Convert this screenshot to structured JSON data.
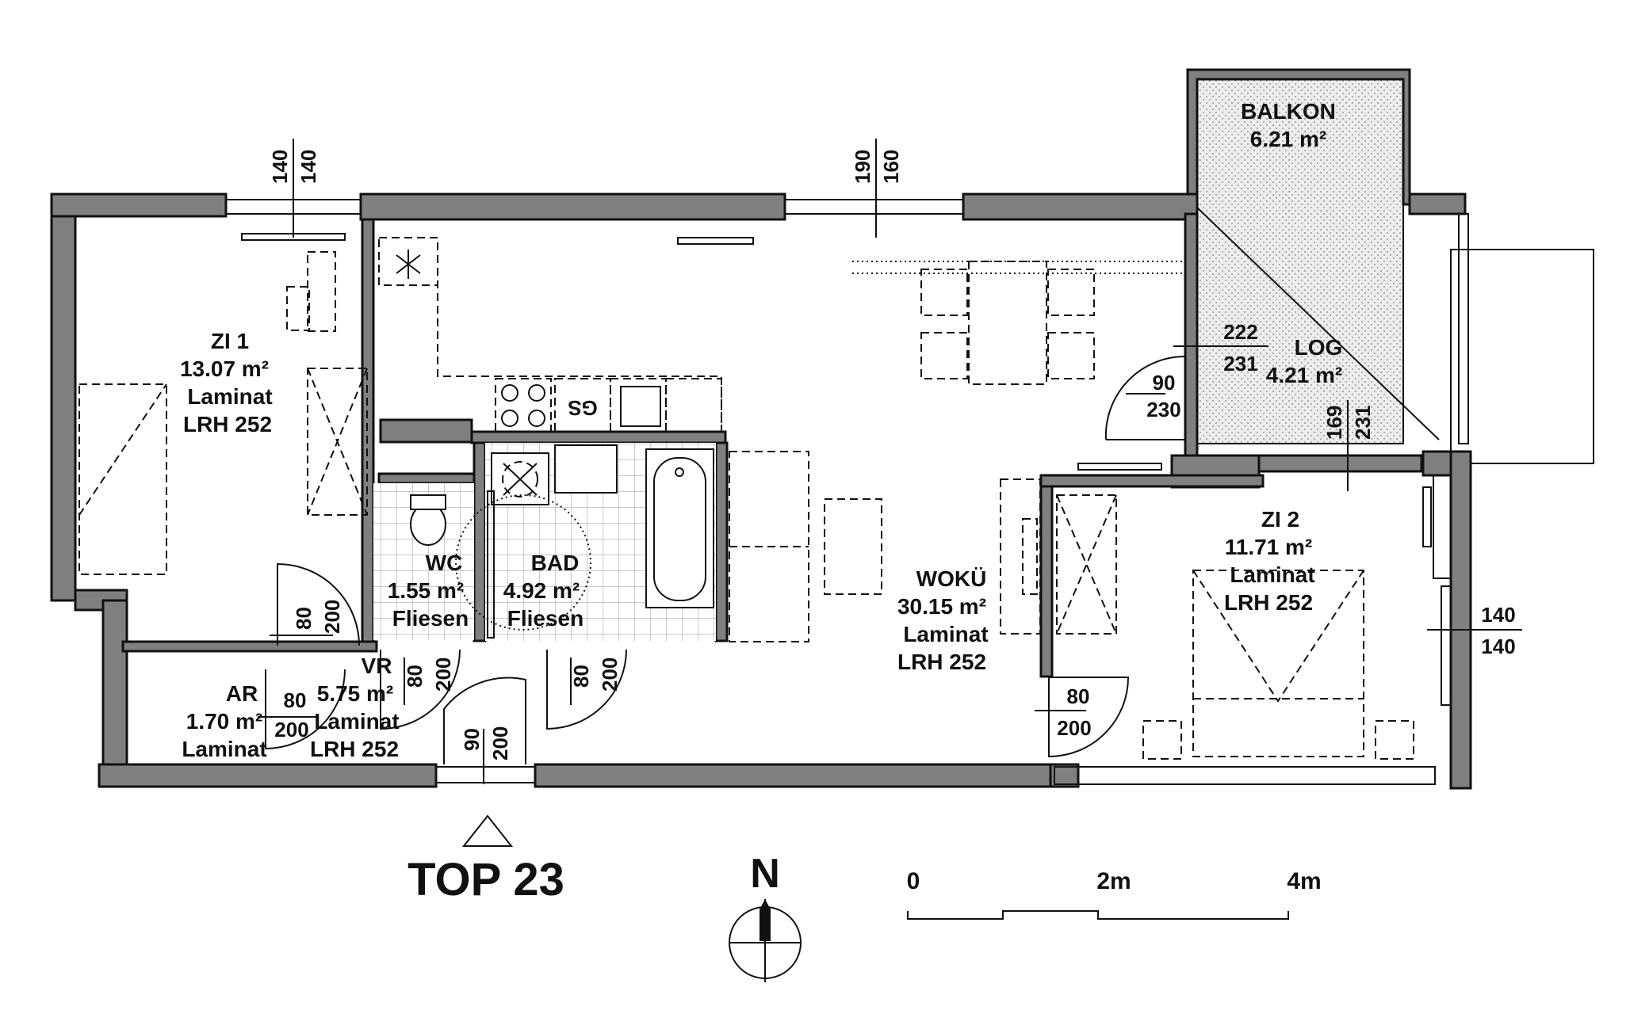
{
  "plan_title": "TOP 23",
  "north_label": "N",
  "scale": {
    "labels": [
      "0",
      "2m",
      "4m"
    ]
  },
  "rooms": {
    "zi1": {
      "name": "ZI 1",
      "area": "13.07 m²",
      "floor": "Laminat",
      "height": "LRH 252"
    },
    "ar": {
      "name": "AR",
      "area": "1.70 m²",
      "floor": "Laminat"
    },
    "vr": {
      "name": "VR",
      "area": "5.75 m²",
      "floor": "Laminat",
      "height": "LRH 252"
    },
    "wc": {
      "name": "WC",
      "area": "1.55 m²",
      "floor": "Fliesen"
    },
    "bad": {
      "name": "BAD",
      "area": "4.92 m²",
      "floor": "Fliesen"
    },
    "woku": {
      "name": "WOKÜ",
      "area": "30.15 m²",
      "floor": "Laminat",
      "height": "LRH 252"
    },
    "zi2": {
      "name": "ZI 2",
      "area": "11.71 m²",
      "floor": "Laminat",
      "height": "LRH 252"
    },
    "balkon": {
      "name": "BALKON",
      "area": "6.21 m²"
    },
    "log": {
      "name": "LOG",
      "area": "4.21 m²"
    }
  },
  "dimensions": {
    "win_zi1_top": "140",
    "win_zi1_bottom": "140",
    "win_woku_top": "190",
    "win_woku_bottom": "160",
    "door_log_top": "222",
    "door_log_bottom": "231",
    "door_woku_w": "90",
    "door_woku_h": "230",
    "win_log_top": "169",
    "win_log_bottom": "231",
    "win_zi2_top": "140",
    "win_zi2_bottom": "140",
    "door_zi1_w": "80",
    "door_zi1_h": "200",
    "door_ar_w": "80",
    "door_ar_h": "200",
    "door_wc_w": "80",
    "door_wc_h": "200",
    "door_bad_w": "80",
    "door_bad_h": "200",
    "door_entry_w": "90",
    "door_entry_h": "200",
    "door_zi2_w": "80",
    "door_zi2_h": "200",
    "cooktop_label": "GS"
  }
}
